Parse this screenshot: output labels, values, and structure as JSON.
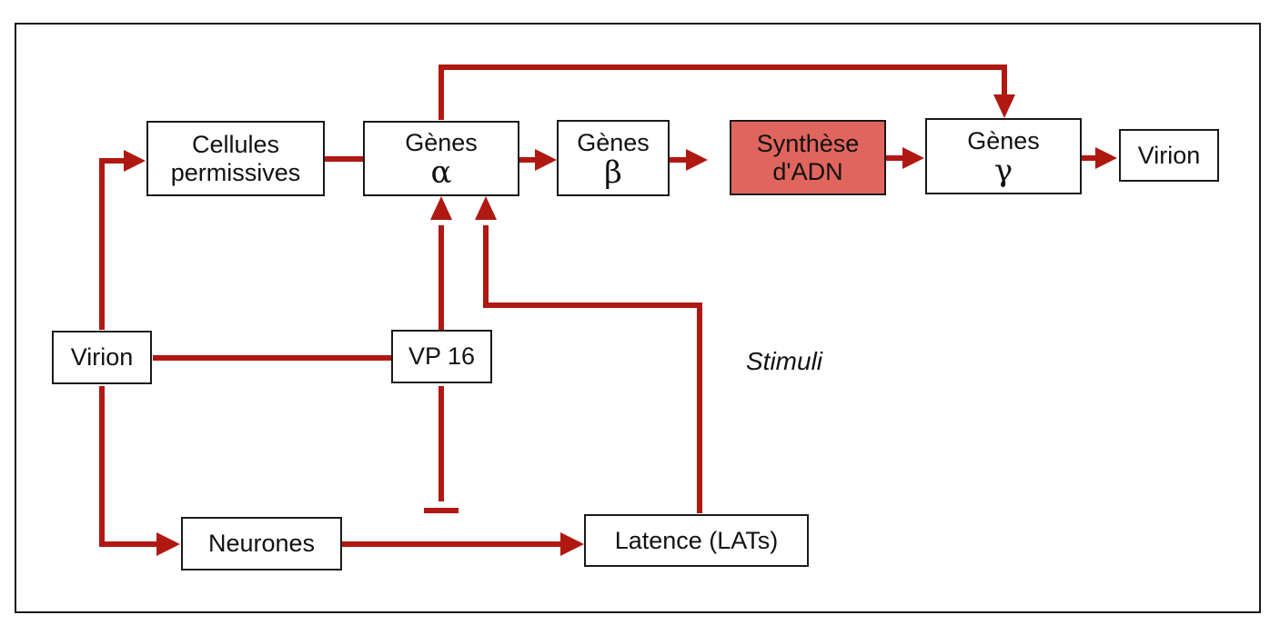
{
  "diagram": {
    "colors": {
      "arrow": "#b01812",
      "border": "#1a1a1a",
      "highlight": "#e0655d"
    },
    "nodes": {
      "cellules": {
        "line1": "Cellules",
        "line2": "permissives"
      },
      "genes_alpha": {
        "line1": "Gènes",
        "greek": "α"
      },
      "genes_beta": {
        "line1": "Gènes",
        "greek": "β"
      },
      "synthese": {
        "line1": "Synthèse",
        "line2": "d'ADN"
      },
      "genes_gamma": {
        "line1": "Gènes",
        "greek": "γ"
      },
      "virion_out": {
        "label": "Virion"
      },
      "virion_in": {
        "label": "Virion"
      },
      "vp16": {
        "label": "VP 16"
      },
      "neurones": {
        "label": "Neurones"
      },
      "latence": {
        "label": "Latence (LATs)"
      }
    },
    "annotations": {
      "stimuli": "Stimuli"
    },
    "edges": [
      {
        "from": "virion_in",
        "to": "cellules",
        "type": "activation"
      },
      {
        "from": "virion_in",
        "to": "neurones",
        "type": "activation"
      },
      {
        "from": "virion_in",
        "to": "vp16",
        "type": "link"
      },
      {
        "from": "cellules",
        "to": "genes_alpha",
        "type": "link"
      },
      {
        "from": "vp16",
        "to": "genes_alpha",
        "type": "activation"
      },
      {
        "from": "vp16",
        "to": "latence",
        "type": "inhibition"
      },
      {
        "from": "genes_alpha",
        "to": "genes_beta",
        "type": "activation"
      },
      {
        "from": "genes_alpha",
        "to": "genes_gamma",
        "type": "activation"
      },
      {
        "from": "genes_beta",
        "to": "synthese",
        "type": "activation"
      },
      {
        "from": "synthese",
        "to": "genes_gamma",
        "type": "activation"
      },
      {
        "from": "genes_gamma",
        "to": "virion_out",
        "type": "activation"
      },
      {
        "from": "neurones",
        "to": "latence",
        "type": "activation"
      },
      {
        "from": "latence",
        "to": "genes_alpha",
        "type": "activation",
        "label": "Stimuli"
      }
    ]
  }
}
